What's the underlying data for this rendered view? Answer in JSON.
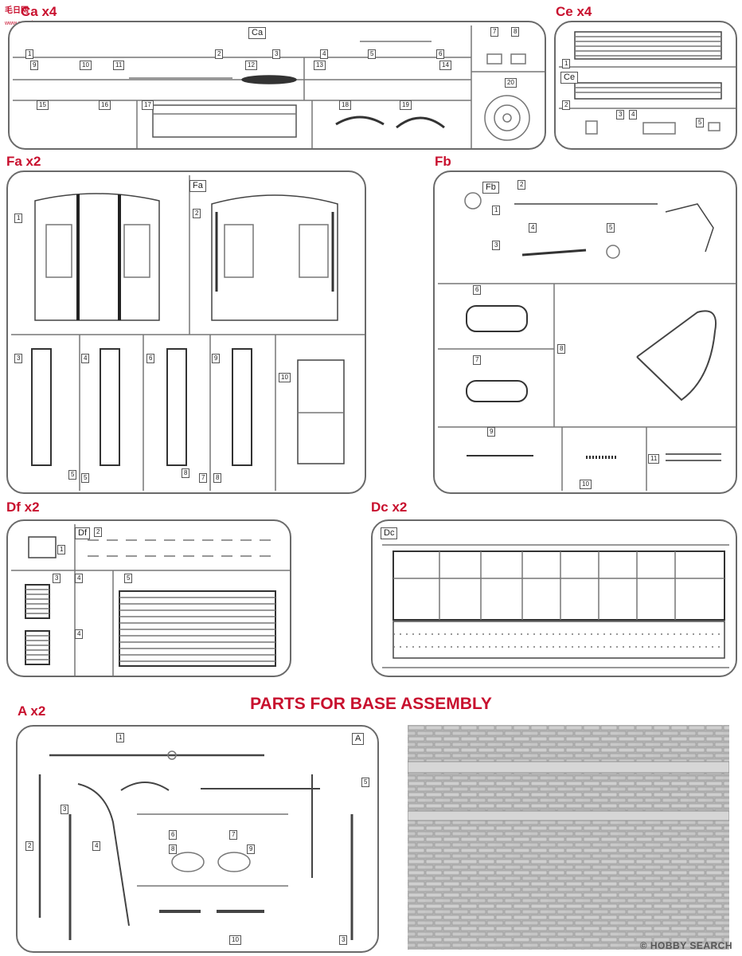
{
  "watermark": {
    "brand": "毛日网",
    "url": "www.maoshou.com"
  },
  "sprues": {
    "ca": {
      "label": "Ca x4",
      "code": "Ca",
      "parts": [
        "1",
        "2",
        "3",
        "4",
        "5",
        "6",
        "7",
        "8",
        "9",
        "10",
        "11",
        "12",
        "13",
        "14",
        "15",
        "16",
        "17",
        "18",
        "19",
        "20"
      ]
    },
    "ce": {
      "label": "Ce x4",
      "code": "Ce",
      "parts": [
        "1",
        "2",
        "3",
        "4",
        "5"
      ]
    },
    "fa": {
      "label": "Fa x2",
      "code": "Fa",
      "parts": [
        "1",
        "2",
        "3",
        "4",
        "5",
        "5",
        "6",
        "7",
        "8",
        "8",
        "9",
        "10"
      ]
    },
    "fb": {
      "label": "Fb",
      "code": "Fb",
      "parts": [
        "1",
        "2",
        "3",
        "4",
        "5",
        "6",
        "7",
        "8",
        "9",
        "10",
        "11"
      ]
    },
    "df": {
      "label": "Df x2",
      "code": "Df",
      "parts": [
        "1",
        "2",
        "3",
        "4",
        "4",
        "5"
      ]
    },
    "dc": {
      "label": "Dc x2",
      "code": "Dc"
    },
    "a": {
      "label": "A x2",
      "code": "A",
      "parts": [
        "1",
        "2",
        "3",
        "3",
        "4",
        "5",
        "6",
        "7",
        "8",
        "9",
        "10"
      ]
    }
  },
  "banner": "PARTS FOR BASE ASSEMBLY",
  "credit": "© HOBBY SEARCH",
  "colors": {
    "label": "#c8102e",
    "sprue": "#6a6a6a"
  }
}
